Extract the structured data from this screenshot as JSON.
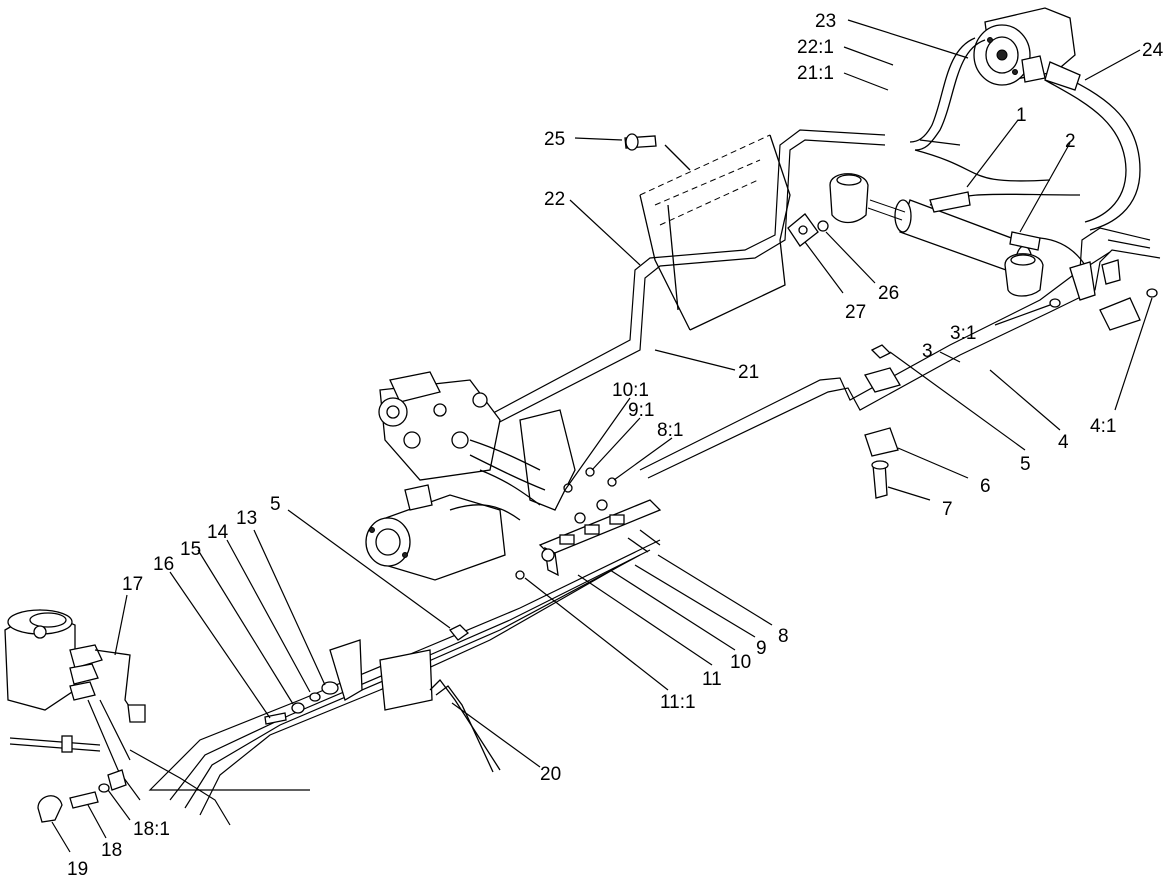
{
  "callouts": [
    {
      "id": "c23",
      "text": "23"
    },
    {
      "id": "c22_1",
      "text": "22:1"
    },
    {
      "id": "c21_1",
      "text": "21:1"
    },
    {
      "id": "c24",
      "text": "24"
    },
    {
      "id": "c1",
      "text": "1"
    },
    {
      "id": "c2",
      "text": "2"
    },
    {
      "id": "c25",
      "text": "25"
    },
    {
      "id": "c22",
      "text": "22"
    },
    {
      "id": "c26",
      "text": "26"
    },
    {
      "id": "c27",
      "text": "27"
    },
    {
      "id": "c3_1",
      "text": "3:1"
    },
    {
      "id": "c3",
      "text": "3"
    },
    {
      "id": "c21",
      "text": "21"
    },
    {
      "id": "c10_1",
      "text": "10:1"
    },
    {
      "id": "c9_1",
      "text": "9:1"
    },
    {
      "id": "c8_1",
      "text": "8:1"
    },
    {
      "id": "c4_1",
      "text": "4:1"
    },
    {
      "id": "c4",
      "text": "4"
    },
    {
      "id": "c5a",
      "text": "5"
    },
    {
      "id": "c6",
      "text": "6"
    },
    {
      "id": "c7",
      "text": "7"
    },
    {
      "id": "c13",
      "text": "13"
    },
    {
      "id": "c14",
      "text": "14"
    },
    {
      "id": "c15",
      "text": "15"
    },
    {
      "id": "c16",
      "text": "16"
    },
    {
      "id": "c5b",
      "text": "5"
    },
    {
      "id": "c17",
      "text": "17"
    },
    {
      "id": "c8",
      "text": "8"
    },
    {
      "id": "c9",
      "text": "9"
    },
    {
      "id": "c10",
      "text": "10"
    },
    {
      "id": "c11",
      "text": "11"
    },
    {
      "id": "c11_1",
      "text": "11:1"
    },
    {
      "id": "c20",
      "text": "20"
    },
    {
      "id": "c18_1",
      "text": "18:1"
    },
    {
      "id": "c18",
      "text": "18"
    },
    {
      "id": "c19",
      "text": "19"
    }
  ]
}
